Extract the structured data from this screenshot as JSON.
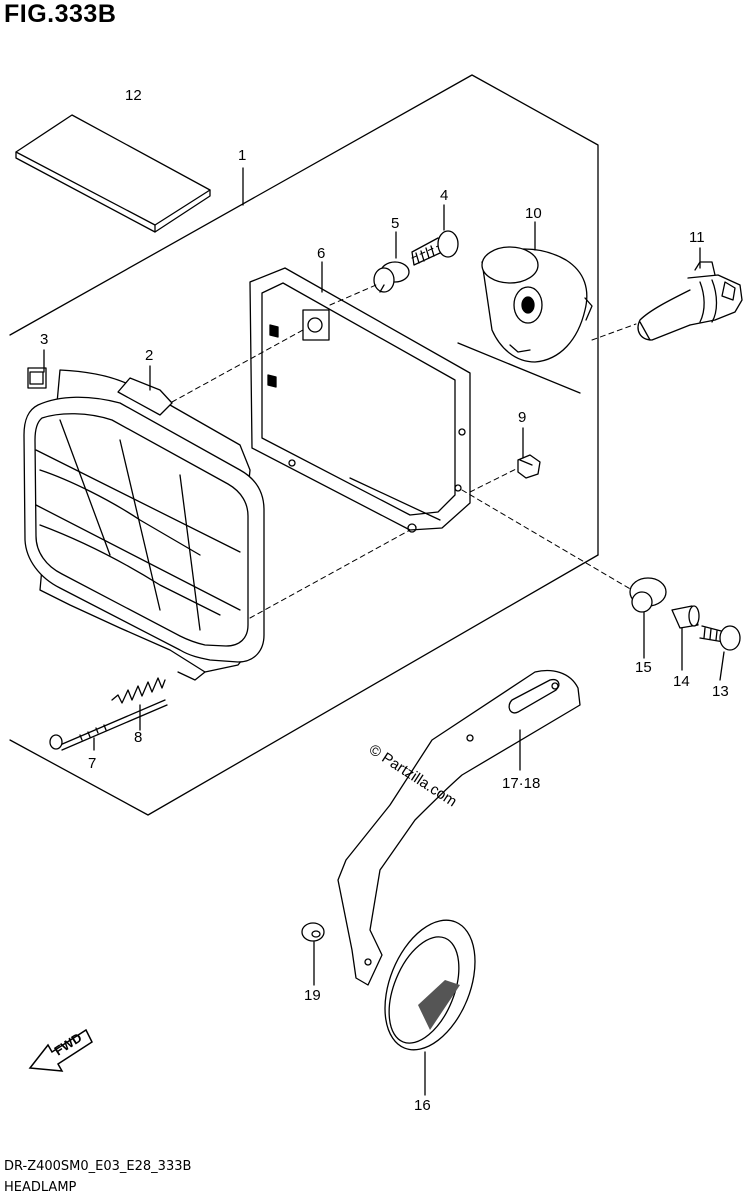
{
  "figure": {
    "title": "FIG.333B",
    "model_code": "DR-Z400SM0_E03_E28_333B",
    "section_name": "HEADLAMP",
    "watermark": "© Partzilla.com",
    "fwd_label": "FWD"
  },
  "callouts": {
    "p1": "1",
    "p2": "2",
    "p3": "3",
    "p4": "4",
    "p5": "5",
    "p6": "6",
    "p7": "7",
    "p8": "8",
    "p9": "9",
    "p10": "10",
    "p11": "11",
    "p12": "12",
    "p13": "13",
    "p14": "14",
    "p15": "15",
    "p16": "16",
    "p17_18": "17·18",
    "p19": "19"
  }
}
